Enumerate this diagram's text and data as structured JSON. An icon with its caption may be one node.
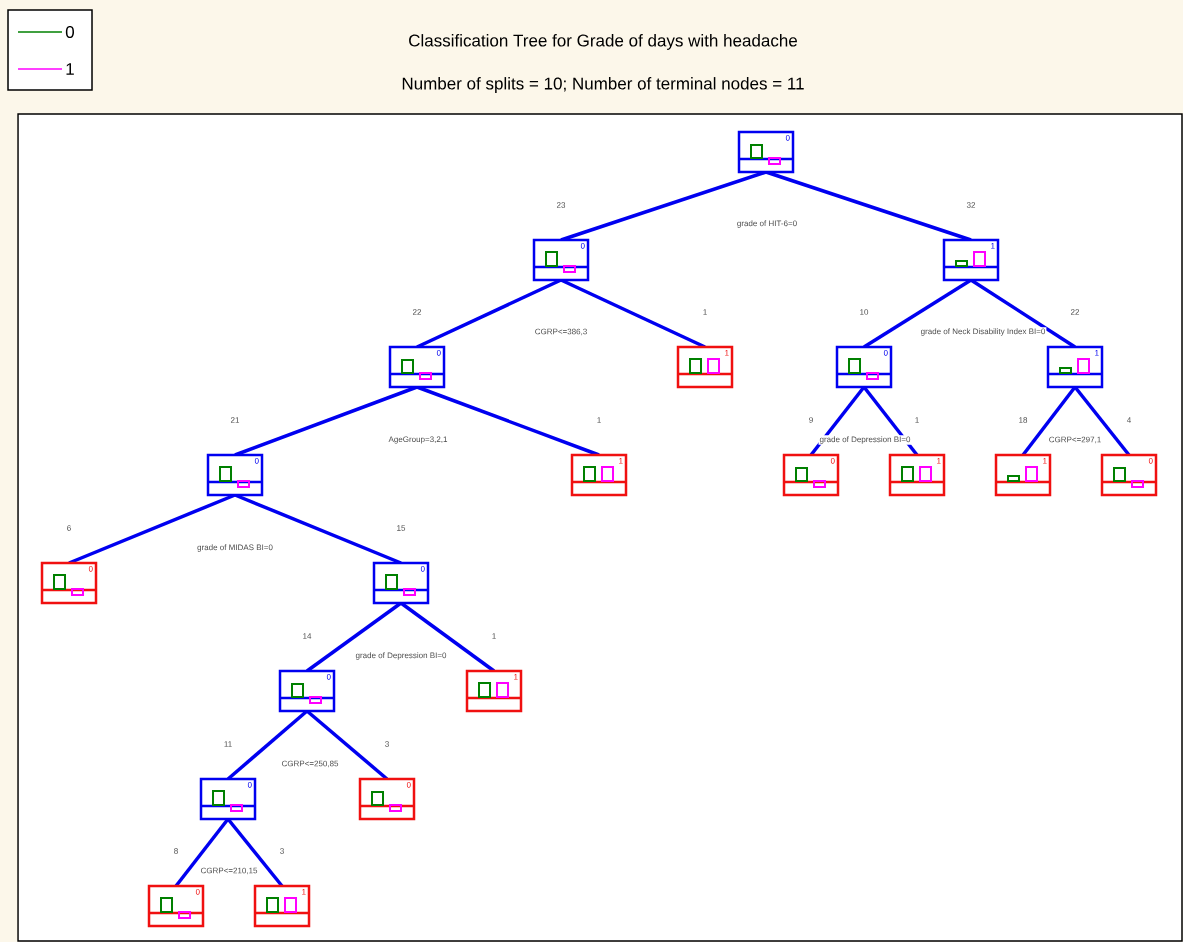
{
  "diagram": {
    "title": "Classification Tree for Grade of days with headache",
    "caption": "Number of splits = 10; Number of terminal nodes = 11",
    "nodes": [
      {
        "text": [
          "0"
        ]
      },
      {
        "text": [
          "0"
        ],
        "beside": [
          "23"
        ]
      },
      {
        "text": [
          "1"
        ],
        "beside": [
          "32"
        ]
      },
      {
        "text": [
          "0"
        ],
        "beside": [
          "22"
        ]
      },
      {
        "text": [
          "1"
        ],
        "beside": [
          "1"
        ]
      },
      {
        "text": [
          "0"
        ],
        "beside": [
          "10"
        ]
      },
      {
        "text": [
          "1"
        ],
        "beside": [
          "22"
        ]
      },
      {
        "text": [
          "0"
        ],
        "beside": [
          "21"
        ]
      },
      {
        "text": [
          "1"
        ],
        "beside": [
          "1"
        ]
      },
      {
        "text": [
          "0"
        ],
        "beside": [
          "9"
        ]
      },
      {
        "text": [
          "1"
        ],
        "beside": [
          "1"
        ]
      },
      {
        "text": [
          "1"
        ],
        "beside": [
          "18"
        ]
      },
      {
        "text": [
          "0"
        ],
        "beside": [
          "4"
        ]
      },
      {
        "text": [
          "0"
        ],
        "beside": [
          "6"
        ]
      },
      {
        "text": [
          "0"
        ],
        "beside": [
          "15"
        ]
      },
      {
        "text": [
          "0"
        ],
        "beside": [
          "14"
        ]
      },
      {
        "text": [
          "1"
        ],
        "beside": [
          "1"
        ]
      },
      {
        "text": [
          "0"
        ],
        "beside": [
          "11"
        ]
      },
      {
        "text": [
          "0"
        ],
        "beside": [
          "3"
        ]
      },
      {
        "text": [
          "0"
        ],
        "beside": [
          "8"
        ]
      },
      {
        "text": [
          "1"
        ],
        "beside": [
          "3"
        ]
      }
    ],
    "edges": [
      {
        "from": 0,
        "to": 1,
        "arrow": "none"
      },
      {
        "from": 0,
        "to": 2,
        "arrow": "none"
      },
      {
        "from": 1,
        "to": 3,
        "arrow": "none"
      },
      {
        "from": 1,
        "to": 4,
        "arrow": "none"
      },
      {
        "from": 2,
        "to": 5,
        "arrow": "none"
      },
      {
        "from": 2,
        "to": 6,
        "arrow": "none"
      },
      {
        "from": 3,
        "to": 7,
        "arrow": "none"
      },
      {
        "from": 3,
        "to": 8,
        "arrow": "none"
      },
      {
        "from": 5,
        "to": 9,
        "arrow": "none"
      },
      {
        "from": 5,
        "to": 10,
        "arrow": "none"
      },
      {
        "from": 6,
        "to": 11,
        "arrow": "none"
      },
      {
        "from": 6,
        "to": 12,
        "arrow": "none"
      },
      {
        "from": 7,
        "to": 13,
        "arrow": "none"
      },
      {
        "from": 7,
        "to": 14,
        "arrow": "none"
      },
      {
        "from": 14,
        "to": 15,
        "arrow": "none"
      },
      {
        "from": 14,
        "to": 16,
        "arrow": "none"
      },
      {
        "from": 15,
        "to": 17,
        "arrow": "none"
      },
      {
        "from": 15,
        "to": 18,
        "arrow": "none"
      },
      {
        "from": 17,
        "to": 19,
        "arrow": "none"
      },
      {
        "from": 17,
        "to": 20,
        "arrow": "none"
      }
    ],
    "labels": [
      "grade of HIT-6=0",
      "CGRP<=386,3",
      "grade of Neck Disability Index BI=0",
      "AgeGroup=3,2,1",
      "grade of Depression BI=0",
      "CGRP<=297,1",
      "grade of MIDAS BI=0",
      "grade of Depression BI=0",
      "CGRP<=250,85",
      "CGRP<=210,15"
    ],
    "legend": [
      {
        "text": "0"
      },
      {
        "text": "1"
      }
    ]
  }
}
